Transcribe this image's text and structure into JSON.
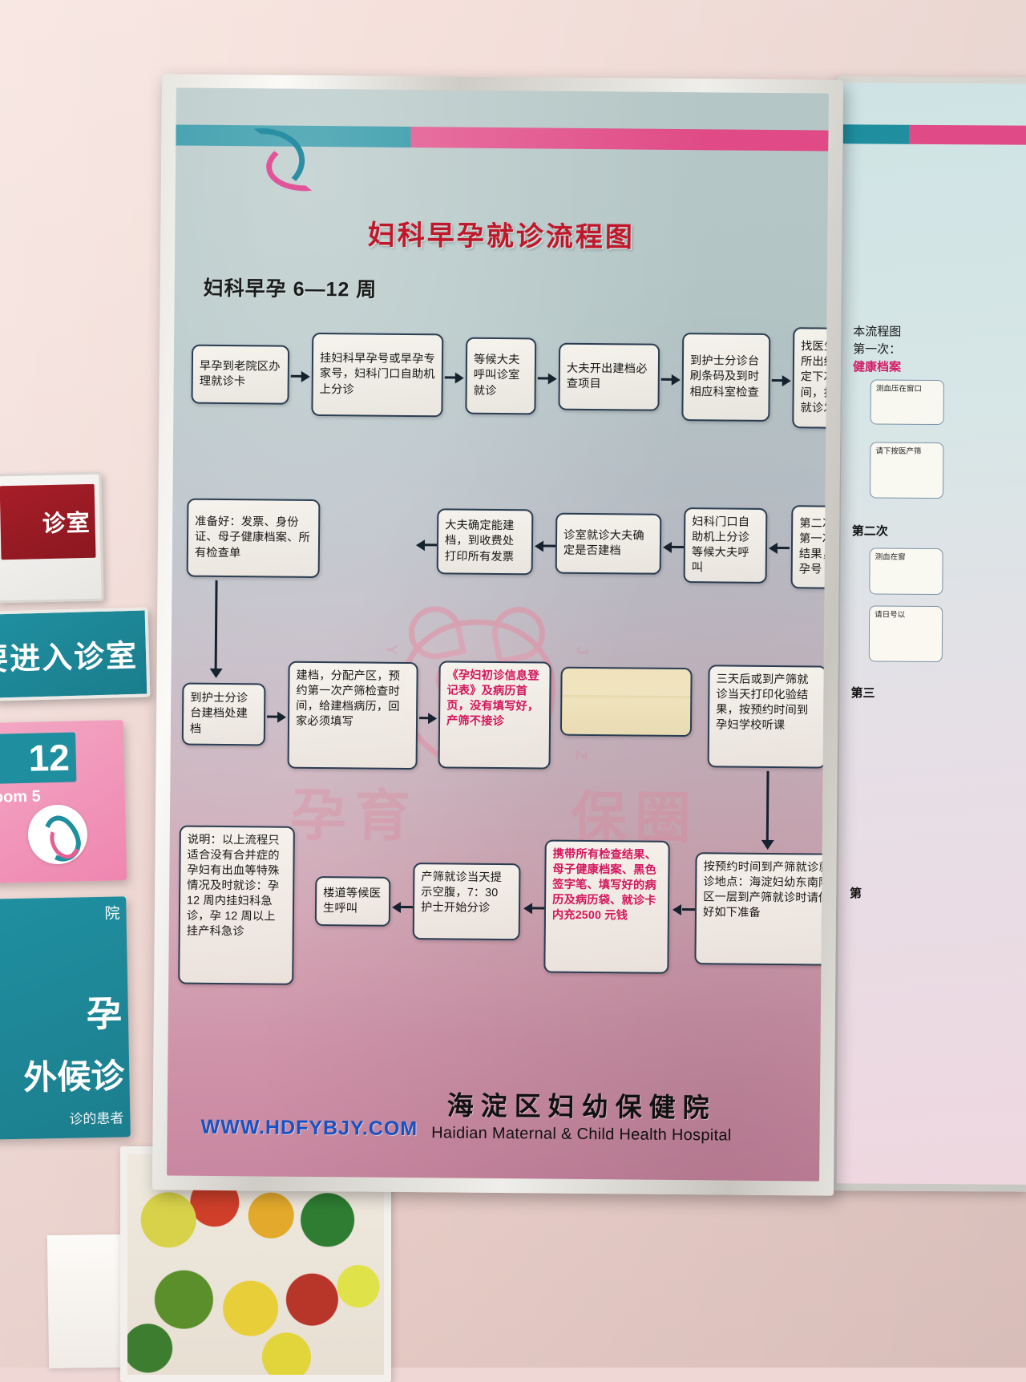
{
  "poster": {
    "title": "妇科早孕就诊流程图",
    "subtitle": "妇科早孕 6—12 周",
    "logo_icon": "hospital-mother-child-logo-icon",
    "watermark": {
      "left_text": "孕育",
      "right_text": "保圈",
      "vertical_left": "Y U N",
      "vertical_right": "J I A Z",
      "cat_icon": "cat-face-watermark-icon"
    },
    "nodes": [
      {
        "id": "n1",
        "text": "早孕到老院区办理就诊卡"
      },
      {
        "id": "n2",
        "text": "挂妇科早孕号或早孕专家号，妇科门口自助机上分诊"
      },
      {
        "id": "n3",
        "text": "等候大夫呼叫诊室就诊"
      },
      {
        "id": "n4",
        "text": "大夫开出建档必查项目"
      },
      {
        "id": "n5",
        "text": "到护士分诊台刷条码及到时相应科室检查"
      },
      {
        "id": "n6",
        "text": "找医生看当天所出结果，确定下次就诊时间，打印当天就诊发票"
      },
      {
        "id": "n7",
        "text": "第二次就诊携带第一次所有检查结果，挂妇科早孕号"
      },
      {
        "id": "n8",
        "text": "妇科门口自助机上分诊等候大夫呼叫"
      },
      {
        "id": "n9",
        "text": "诊室就诊大夫确定是否建档"
      },
      {
        "id": "n10",
        "text": "大夫确定能建档，到收费处打印所有发票"
      },
      {
        "id": "n11",
        "text": "准备好：发票、身份证、母子健康档案、所有检查单"
      },
      {
        "id": "n12",
        "text": "到护士分诊台建档处建档"
      },
      {
        "id": "n13",
        "text": "建档，分配产区，预约第一次产筛检查时间，给建档病历，回家必须填写"
      },
      {
        "id": "n14",
        "text": "《孕妇初诊信息登记表》及病历首页，没有填写好，产筛不接诊"
      },
      {
        "id": "n15",
        "text": ""
      },
      {
        "id": "n16",
        "text": "三天后或到产筛就诊当天打印化验结果，按预约时间到孕妇学校听课"
      },
      {
        "id": "n17",
        "text": "按预约时间到产筛就诊就诊地点：海淀妇幼东南院区一层到产筛就诊时请做好如下准备"
      },
      {
        "id": "n18",
        "text": "携带所有检查结果、母子健康档案、黑色签字笔、填写好的病历及病历袋、就诊卡内充2500 元钱"
      },
      {
        "id": "n19",
        "text": "产筛就诊当天提示空腹，7：30 护士开始分诊"
      },
      {
        "id": "n20",
        "text": "楼道等候医生呼叫"
      },
      {
        "id": "n21",
        "text": "说明：以上流程只适合没有合并症的孕妇有出血等特殊情况及时就诊：孕 12 周内挂妇科急诊，孕 12 周以上挂产科急诊"
      }
    ],
    "footer": {
      "url": "WWW.HDFYBJY.COM",
      "hospital_cn": "海淀区妇幼保健院",
      "hospital_en": "Haidian Maternal & Child Health Hospital"
    },
    "colors": {
      "title_red": "#c0182a",
      "accent_teal": "#1f8fa0",
      "accent_pink": "#e04a86",
      "link_blue": "#1453c4",
      "node_red_text": "#d3165c"
    }
  },
  "poster_right": {
    "head_line1": "本流程图",
    "head_line2": "第一次：",
    "head_line3": "健康档案",
    "sections": [
      "第二次",
      "第三",
      "第"
    ],
    "boxes": [
      "测血压在窗口",
      "请下按医产筛",
      "测血在窗",
      "请日号以"
    ]
  },
  "wall": {
    "sign_red": "诊室",
    "sign_teal": "要进入诊室",
    "room_number": "12",
    "room_label": "oom 5",
    "room_logo_icon": "hospital-logo-icon",
    "sign_teal2_line1": "院",
    "sign_teal2_line2": "孕",
    "sign_teal2_line3": "外候诊",
    "sign_teal2_line4": "诊的患者",
    "vegetable_poster_icon": "vegetable-photo-icon",
    "white_paper_icon": "paper-sheet-icon"
  }
}
